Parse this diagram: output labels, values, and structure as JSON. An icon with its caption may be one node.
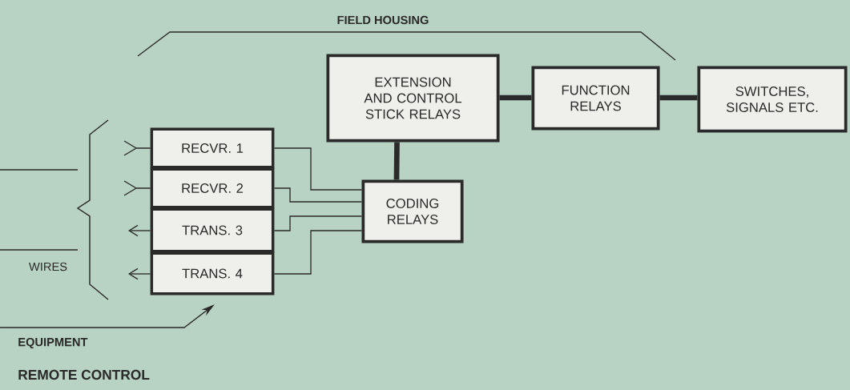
{
  "diagram": {
    "title": "REMOTE CONTROL",
    "nodes": [
      {
        "text": [
          "RECVR.  1"
        ]
      },
      {
        "text": [
          "RECVR.  2"
        ]
      },
      {
        "text": [
          "TRANS. 3"
        ]
      },
      {
        "text": [
          "TRANS.  4"
        ]
      },
      {
        "text": [
          "EXTENSION AND CONTROL STICK RELAYS"
        ]
      },
      {
        "text": [
          "FUNCTION RELAYS"
        ]
      },
      {
        "text": [
          "SWITCHES, SIGNALS ETC."
        ]
      },
      {
        "text": [
          "CODING RELAYS"
        ]
      },
      {
        "text": [
          "EQUIPMENT"
        ]
      }
    ],
    "edges": [
      {
        "from": 0,
        "to": 7,
        "arrow": "none"
      },
      {
        "from": 1,
        "to": 7,
        "arrow": "none"
      },
      {
        "from": 2,
        "to": 7,
        "arrow": "none"
      },
      {
        "from": 3,
        "to": 7,
        "arrow": "none"
      },
      {
        "from": 4,
        "to": 7,
        "arrow": "none",
        "style": "thick"
      },
      {
        "from": 4,
        "to": 5,
        "arrow": "none",
        "style": "thick"
      },
      {
        "from": 5,
        "to": 6,
        "arrow": "none",
        "style": "thick"
      },
      {
        "from": null,
        "to": 0,
        "arrow": "other"
      },
      {
        "from": null,
        "to": 1,
        "arrow": "other"
      },
      {
        "from": 2,
        "to": null,
        "arrow": "to"
      },
      {
        "from": 3,
        "to": null,
        "arrow": "to"
      },
      {
        "from": 8,
        "to": null,
        "arrow": "to"
      }
    ],
    "labels": [
      "FIELD HOUSING",
      "WIRES"
    ]
  }
}
